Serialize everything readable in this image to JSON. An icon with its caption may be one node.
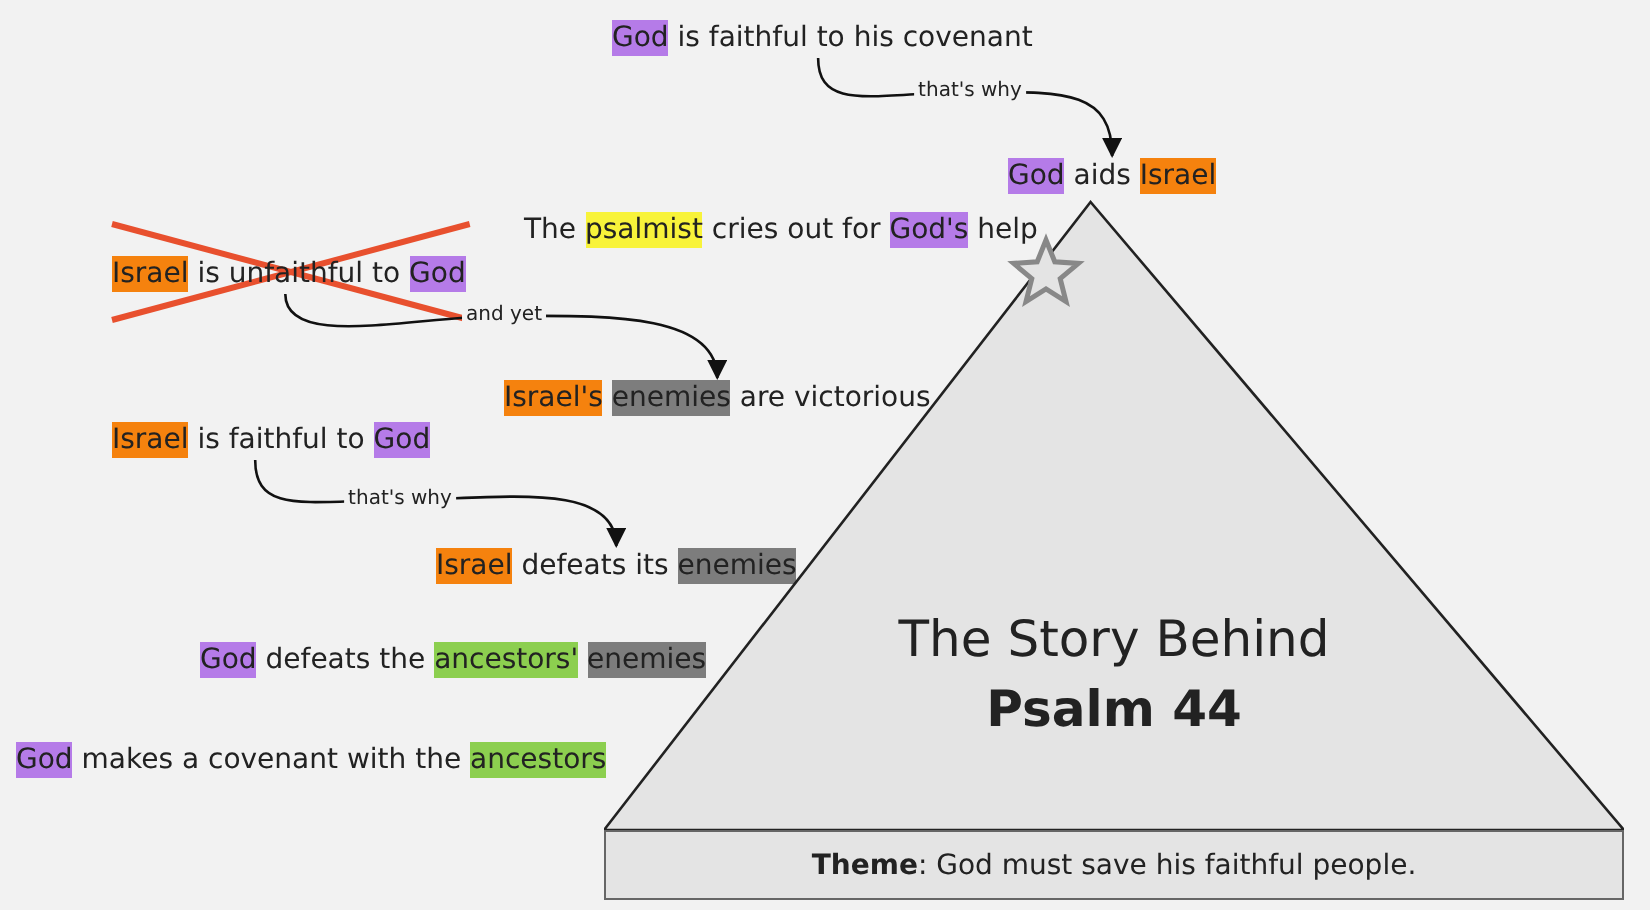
{
  "diagram": {
    "nodes": [
      {
        "text": [
          "God is faithful to his covenant"
        ]
      },
      {
        "text": [
          "God aids Israel"
        ]
      },
      {
        "text": [
          "The psalmist cries out for God's help"
        ]
      },
      {
        "text": [
          "Israel is unfaithful to God"
        ]
      },
      {
        "text": [
          "Israel's enemies are victorious"
        ]
      },
      {
        "text": [
          "Israel is faithful to God"
        ]
      },
      {
        "text": [
          "Israel defeats its enemies"
        ]
      },
      {
        "text": [
          "God defeats the ancestors' enemies"
        ]
      },
      {
        "text": [
          "God makes a covenant with the ancestors"
        ]
      },
      {
        "text": [
          "The Story Behind",
          "Psalm 44"
        ]
      },
      {
        "text": [
          "**Theme**: God must save his faithful people."
        ]
      }
    ],
    "edges": [
      {
        "from": 0,
        "to": 1,
        "arrow": "to",
        "label": "that's why"
      },
      {
        "from": 3,
        "to": 4,
        "arrow": "to",
        "label": "and yet"
      },
      {
        "from": 5,
        "to": 6,
        "arrow": "to",
        "label": "that's why"
      }
    ]
  }
}
